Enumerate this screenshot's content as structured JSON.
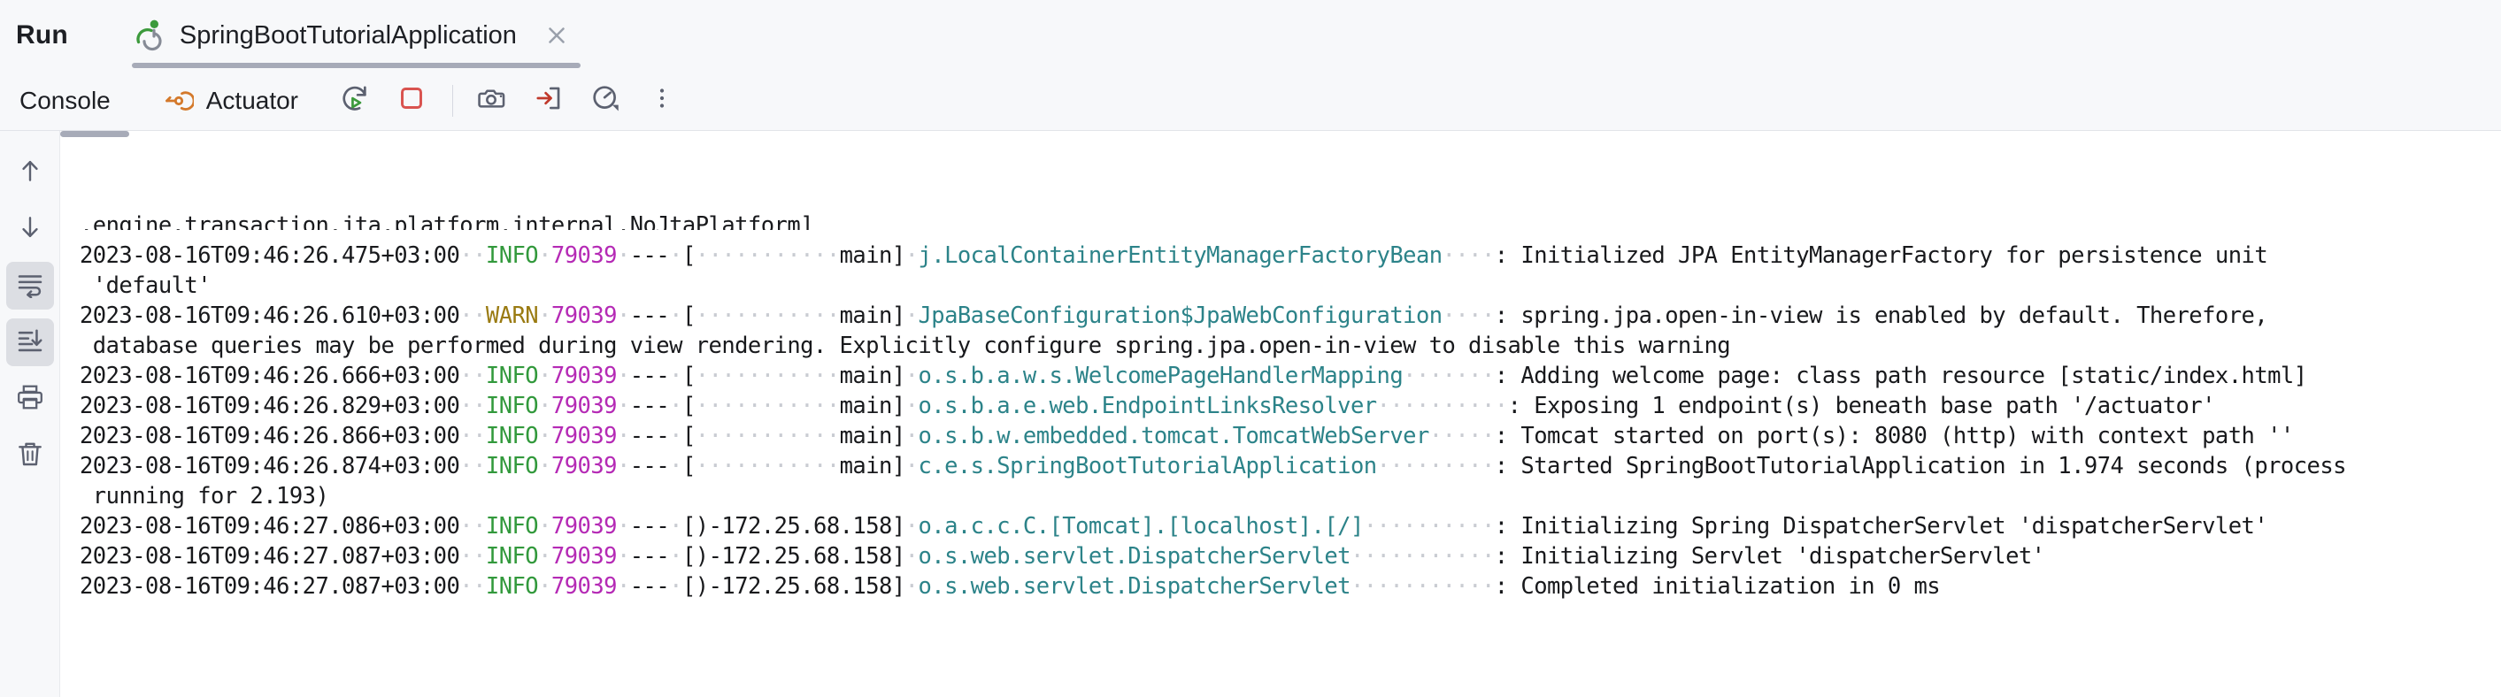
{
  "window": {
    "run_label": "Run",
    "accent_green": "#32993c",
    "accent_warn": "#9a7b12",
    "accent_pid": "#b52ab5",
    "accent_logger": "#2c8389",
    "tab_strip_bg": "#f7f8fa"
  },
  "tab": {
    "icon": "spring-boot-run-icon",
    "label": "SpringBootTutorialApplication",
    "close_icon": "close-icon"
  },
  "toolbar": {
    "console_tab": "Console",
    "actuator_tab": "Actuator",
    "actuator_icon": "actuator-endpoint-icon",
    "buttons": [
      {
        "name": "rerun-button",
        "icon": "rerun-icon"
      },
      {
        "name": "stop-button",
        "icon": "stop-square-icon"
      },
      {
        "name": "snapshot-button",
        "icon": "camera-icon"
      },
      {
        "name": "attach-thread-dump-button",
        "icon": "arrow-into-box-icon"
      },
      {
        "name": "profiler-button",
        "icon": "gauge-icon"
      },
      {
        "name": "more-options-button",
        "icon": "vertical-ellipsis-icon"
      }
    ]
  },
  "gutter": {
    "buttons": [
      {
        "name": "scroll-up-button",
        "icon": "arrow-up-icon",
        "active": false
      },
      {
        "name": "scroll-down-button",
        "icon": "arrow-down-icon",
        "active": false
      },
      {
        "name": "soft-wrap-button",
        "icon": "soft-wrap-icon",
        "active": true
      },
      {
        "name": "scroll-to-end-button",
        "icon": "scroll-to-end-icon",
        "active": true
      },
      {
        "name": "print-button",
        "icon": "printer-icon",
        "active": false
      },
      {
        "name": "clear-all-button",
        "icon": "trash-icon",
        "active": false
      }
    ]
  },
  "console": {
    "clipped_top_line": ".engine.transaction.jta.platform.internal.NoJtaPlatform]",
    "lines": [
      {
        "timestamp": "2023-08-16T09:46:26.475+03:00",
        "level": "INFO",
        "pid": "79039",
        "dashes": "---",
        "thread": "[           main]",
        "logger": "j.LocalContainerEntityManagerFactoryBean",
        "logger_pad": "",
        "message": ": Initialized JPA EntityManagerFactory for persistence unit",
        "wrap": "'default'"
      },
      {
        "timestamp": "2023-08-16T09:46:26.610+03:00",
        "level": "WARN",
        "pid": "79039",
        "dashes": "---",
        "thread": "[           main]",
        "logger": "JpaBaseConfiguration$JpaWebConfiguration",
        "logger_pad": "",
        "message": ": spring.jpa.open-in-view is enabled by default. Therefore,",
        "wrap": "database queries may be performed during view rendering. Explicitly configure spring.jpa.open-in-view to disable this warning"
      },
      {
        "timestamp": "2023-08-16T09:46:26.666+03:00",
        "level": "INFO",
        "pid": "79039",
        "dashes": "---",
        "thread": "[           main]",
        "logger": "o.s.b.a.w.s.WelcomePageHandlerMapping",
        "logger_pad": "   ",
        "message": ": Adding welcome page: class path resource [static/index.html]",
        "wrap": ""
      },
      {
        "timestamp": "2023-08-16T09:46:26.829+03:00",
        "level": "INFO",
        "pid": "79039",
        "dashes": "---",
        "thread": "[           main]",
        "logger": "o.s.b.a.e.web.EndpointLinksResolver",
        "logger_pad": "      ",
        "message": ": Exposing 1 endpoint(s) beneath base path '/actuator'",
        "wrap": ""
      },
      {
        "timestamp": "2023-08-16T09:46:26.866+03:00",
        "level": "INFO",
        "pid": "79039",
        "dashes": "---",
        "thread": "[           main]",
        "logger": "o.s.b.w.embedded.tomcat.TomcatWebServer",
        "logger_pad": " ",
        "message": ": Tomcat started on port(s): 8080 (http) with context path ''",
        "wrap": ""
      },
      {
        "timestamp": "2023-08-16T09:46:26.874+03:00",
        "level": "INFO",
        "pid": "79039",
        "dashes": "---",
        "thread": "[           main]",
        "logger": "c.e.s.SpringBootTutorialApplication",
        "logger_pad": "     ",
        "message": ": Started SpringBootTutorialApplication in 1.974 seconds (process",
        "wrap": "running for 2.193)"
      },
      {
        "timestamp": "2023-08-16T09:46:27.086+03:00",
        "level": "INFO",
        "pid": "79039",
        "dashes": "---",
        "thread": "[)-172.25.68.158]",
        "logger": "o.a.c.c.C.[Tomcat].[localhost].[/]",
        "logger_pad": "      ",
        "message": ": Initializing Spring DispatcherServlet 'dispatcherServlet'",
        "wrap": ""
      },
      {
        "timestamp": "2023-08-16T09:46:27.087+03:00",
        "level": "INFO",
        "pid": "79039",
        "dashes": "---",
        "thread": "[)-172.25.68.158]",
        "logger": "o.s.web.servlet.DispatcherServlet",
        "logger_pad": "       ",
        "message": ": Initializing Servlet 'dispatcherServlet'",
        "wrap": ""
      },
      {
        "timestamp": "2023-08-16T09:46:27.087+03:00",
        "level": "INFO",
        "pid": "79039",
        "dashes": "---",
        "thread": "[)-172.25.68.158]",
        "logger": "o.s.web.servlet.DispatcherServlet",
        "logger_pad": "       ",
        "message": ": Completed initialization in 0 ms",
        "wrap": ""
      }
    ]
  }
}
